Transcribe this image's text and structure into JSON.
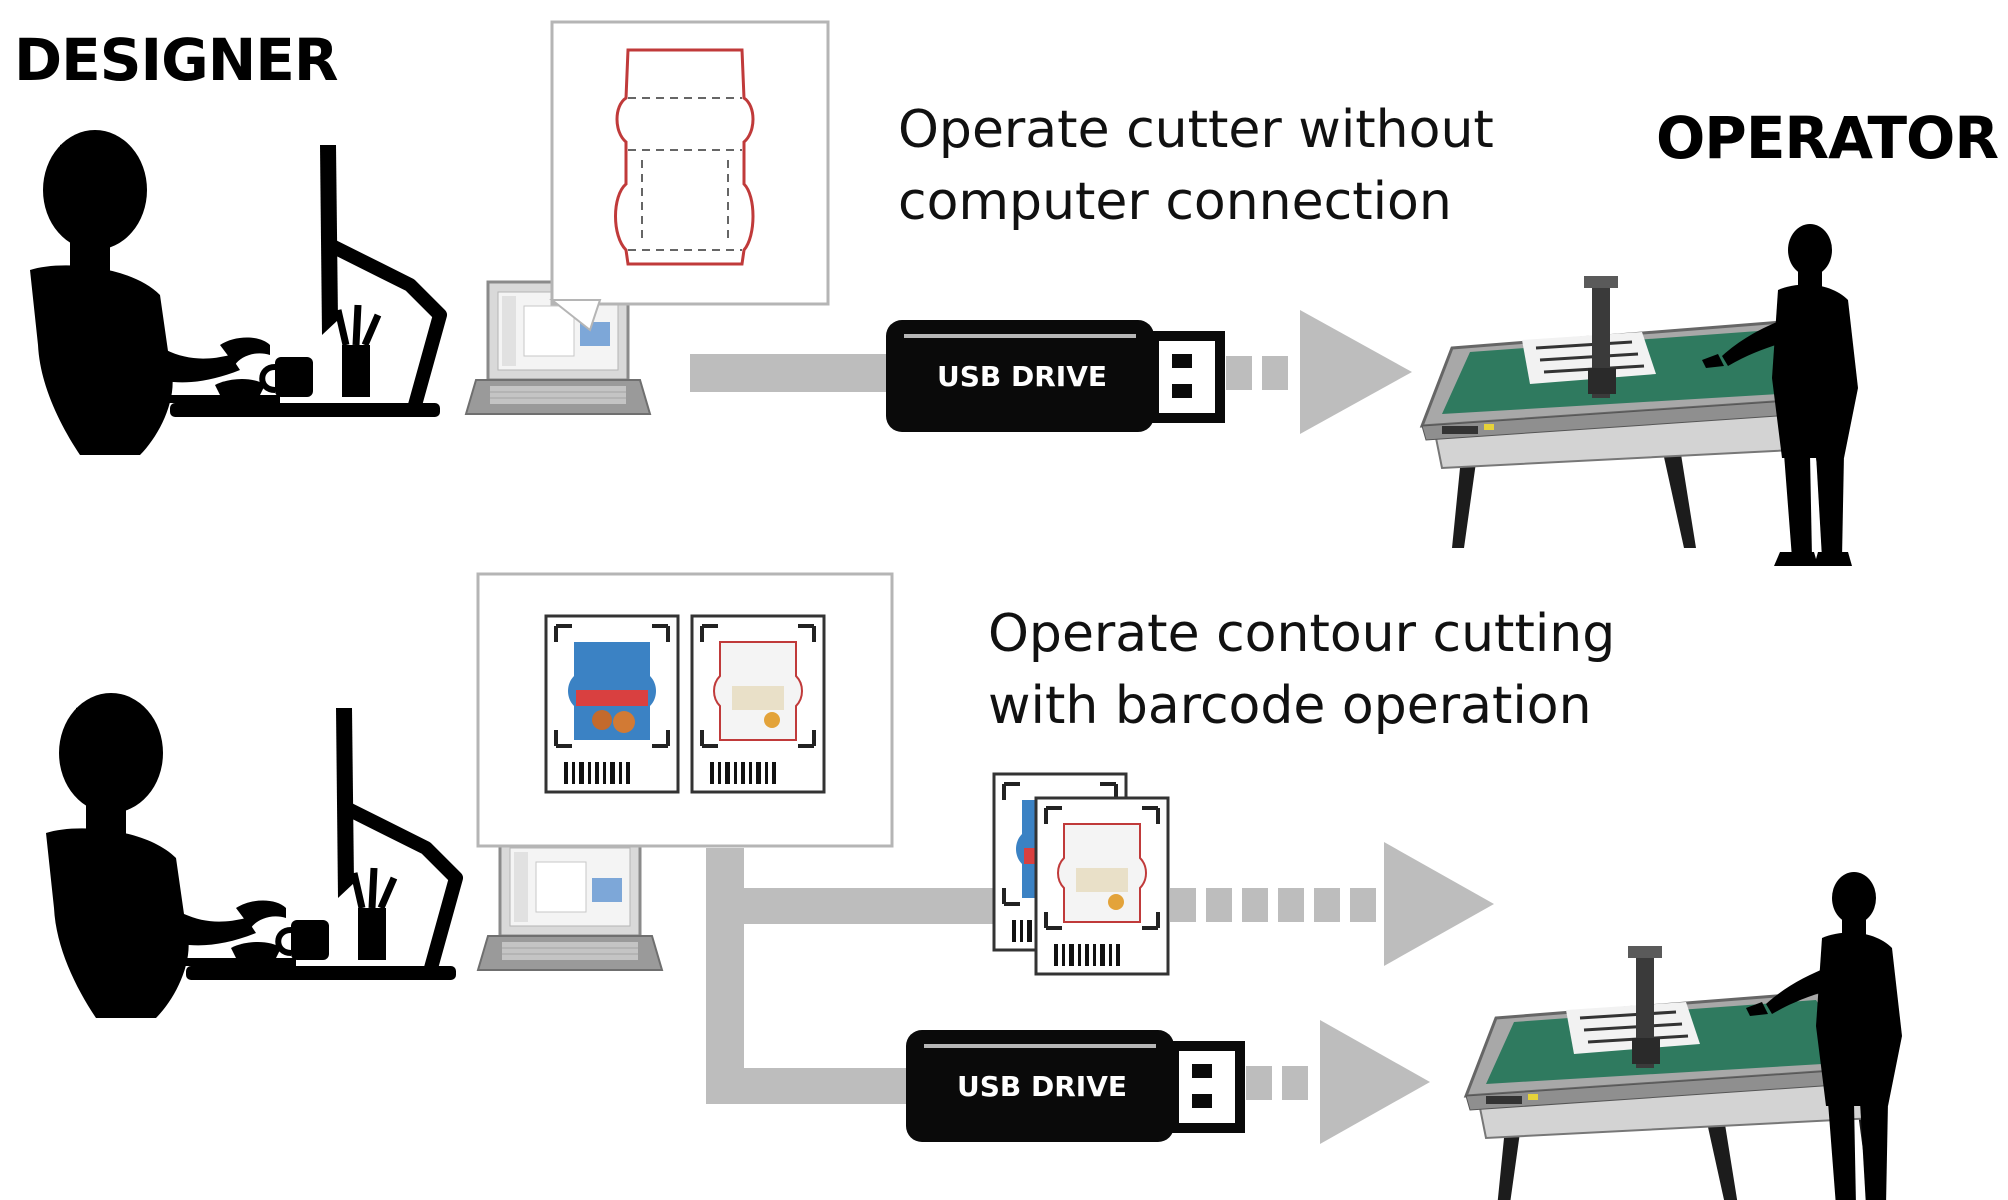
{
  "roles": {
    "designer": "DESIGNER",
    "operator": "OPERATOR"
  },
  "workflows": [
    {
      "caption_line1": "Operate cutter without",
      "caption_line2": "computer connection",
      "usb_label": "USB DRIVE"
    },
    {
      "caption_line1": "Operate contour cutting",
      "caption_line2": "with barcode operation",
      "usb_label": "USB DRIVE"
    }
  ],
  "colors": {
    "flow_gray": "#bdbdbd",
    "silhouette": "#000000",
    "cut_line_red": "#c03a3a",
    "cutter_bed_green": "#2f7a5f",
    "roller_blue": "#2a52c9",
    "package_blue": "#3b82c4"
  }
}
